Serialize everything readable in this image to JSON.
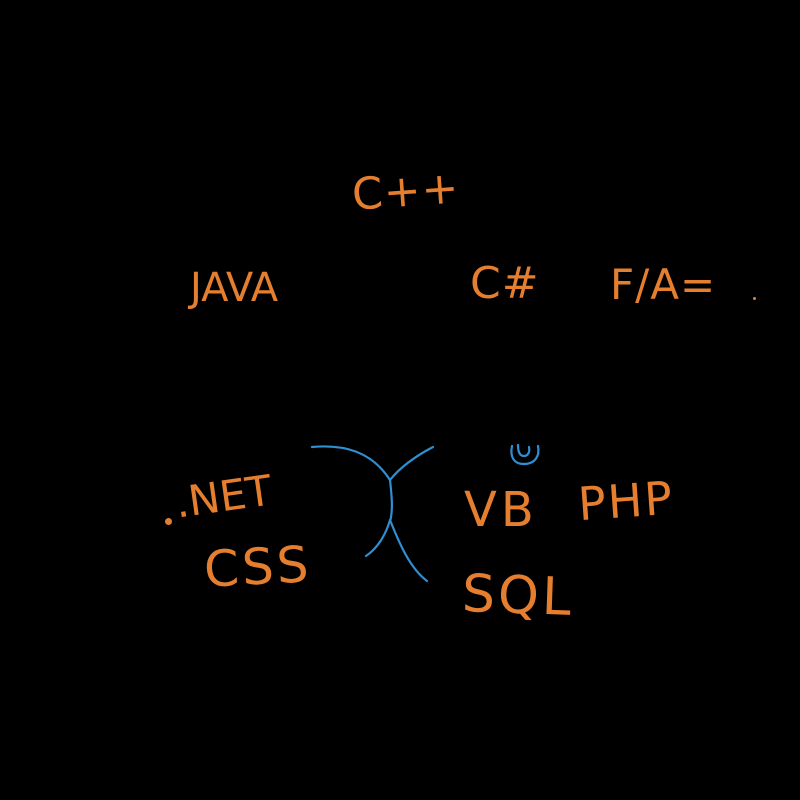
{
  "colors": {
    "background": "#000000",
    "labels": "#E57F2F",
    "figure": "#2E8FD3"
  },
  "labels": {
    "cpp": "C++",
    "java": "JAVA",
    "csharp": "C#",
    "fsharp": "F/A=",
    "dotnet": ".NET",
    "css": "CSS",
    "vb": "VB",
    "php": "PHP",
    "sql": "SQL"
  }
}
